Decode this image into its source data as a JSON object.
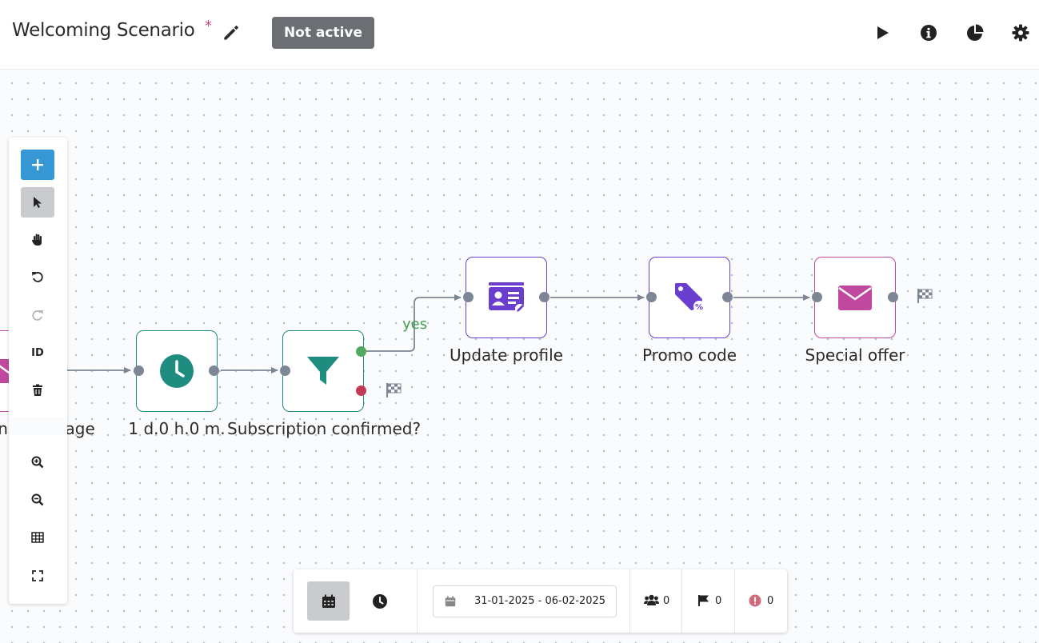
{
  "header": {
    "title": "Welcoming Scenario",
    "unsaved_marker": "*",
    "status": "Not active"
  },
  "workflow": {
    "nodes": [
      {
        "label": "ng message",
        "icon": "envelope-icon",
        "color": "#c0489f"
      },
      {
        "label": "1 d.0 h.0 m.",
        "icon": "clock-icon",
        "color": "#1f8c80"
      },
      {
        "label": "Subscription confirmed?",
        "icon": "filter-icon",
        "color": "#1f8c80"
      },
      {
        "label": "Update profile",
        "icon": "contact-card-edit-icon",
        "color": "#6a3ecf"
      },
      {
        "label": "Promo code",
        "icon": "discount-tag-icon",
        "color": "#6a3ecf"
      },
      {
        "label": "Special offer",
        "icon": "envelope-icon",
        "color": "#c0489f"
      }
    ],
    "branch_label": "yes"
  },
  "toolbar": {
    "id_label": "ID",
    "tools": [
      "add",
      "select",
      "pan",
      "undo",
      "redo",
      "id",
      "delete",
      "zoom-in",
      "zoom-out",
      "grid",
      "fit-screen"
    ]
  },
  "stats": {
    "date_range": "31-01-2025 - 06-02-2025",
    "participants": "0",
    "finished": "0",
    "errors": "0"
  },
  "colors": {
    "accent": "#3598d4",
    "teal": "#1f8c80",
    "purple": "#6a3ecf",
    "magenta": "#c0489f",
    "success": "#3e9f4d",
    "error": "#c23b52",
    "badge": "#6b6e72"
  }
}
